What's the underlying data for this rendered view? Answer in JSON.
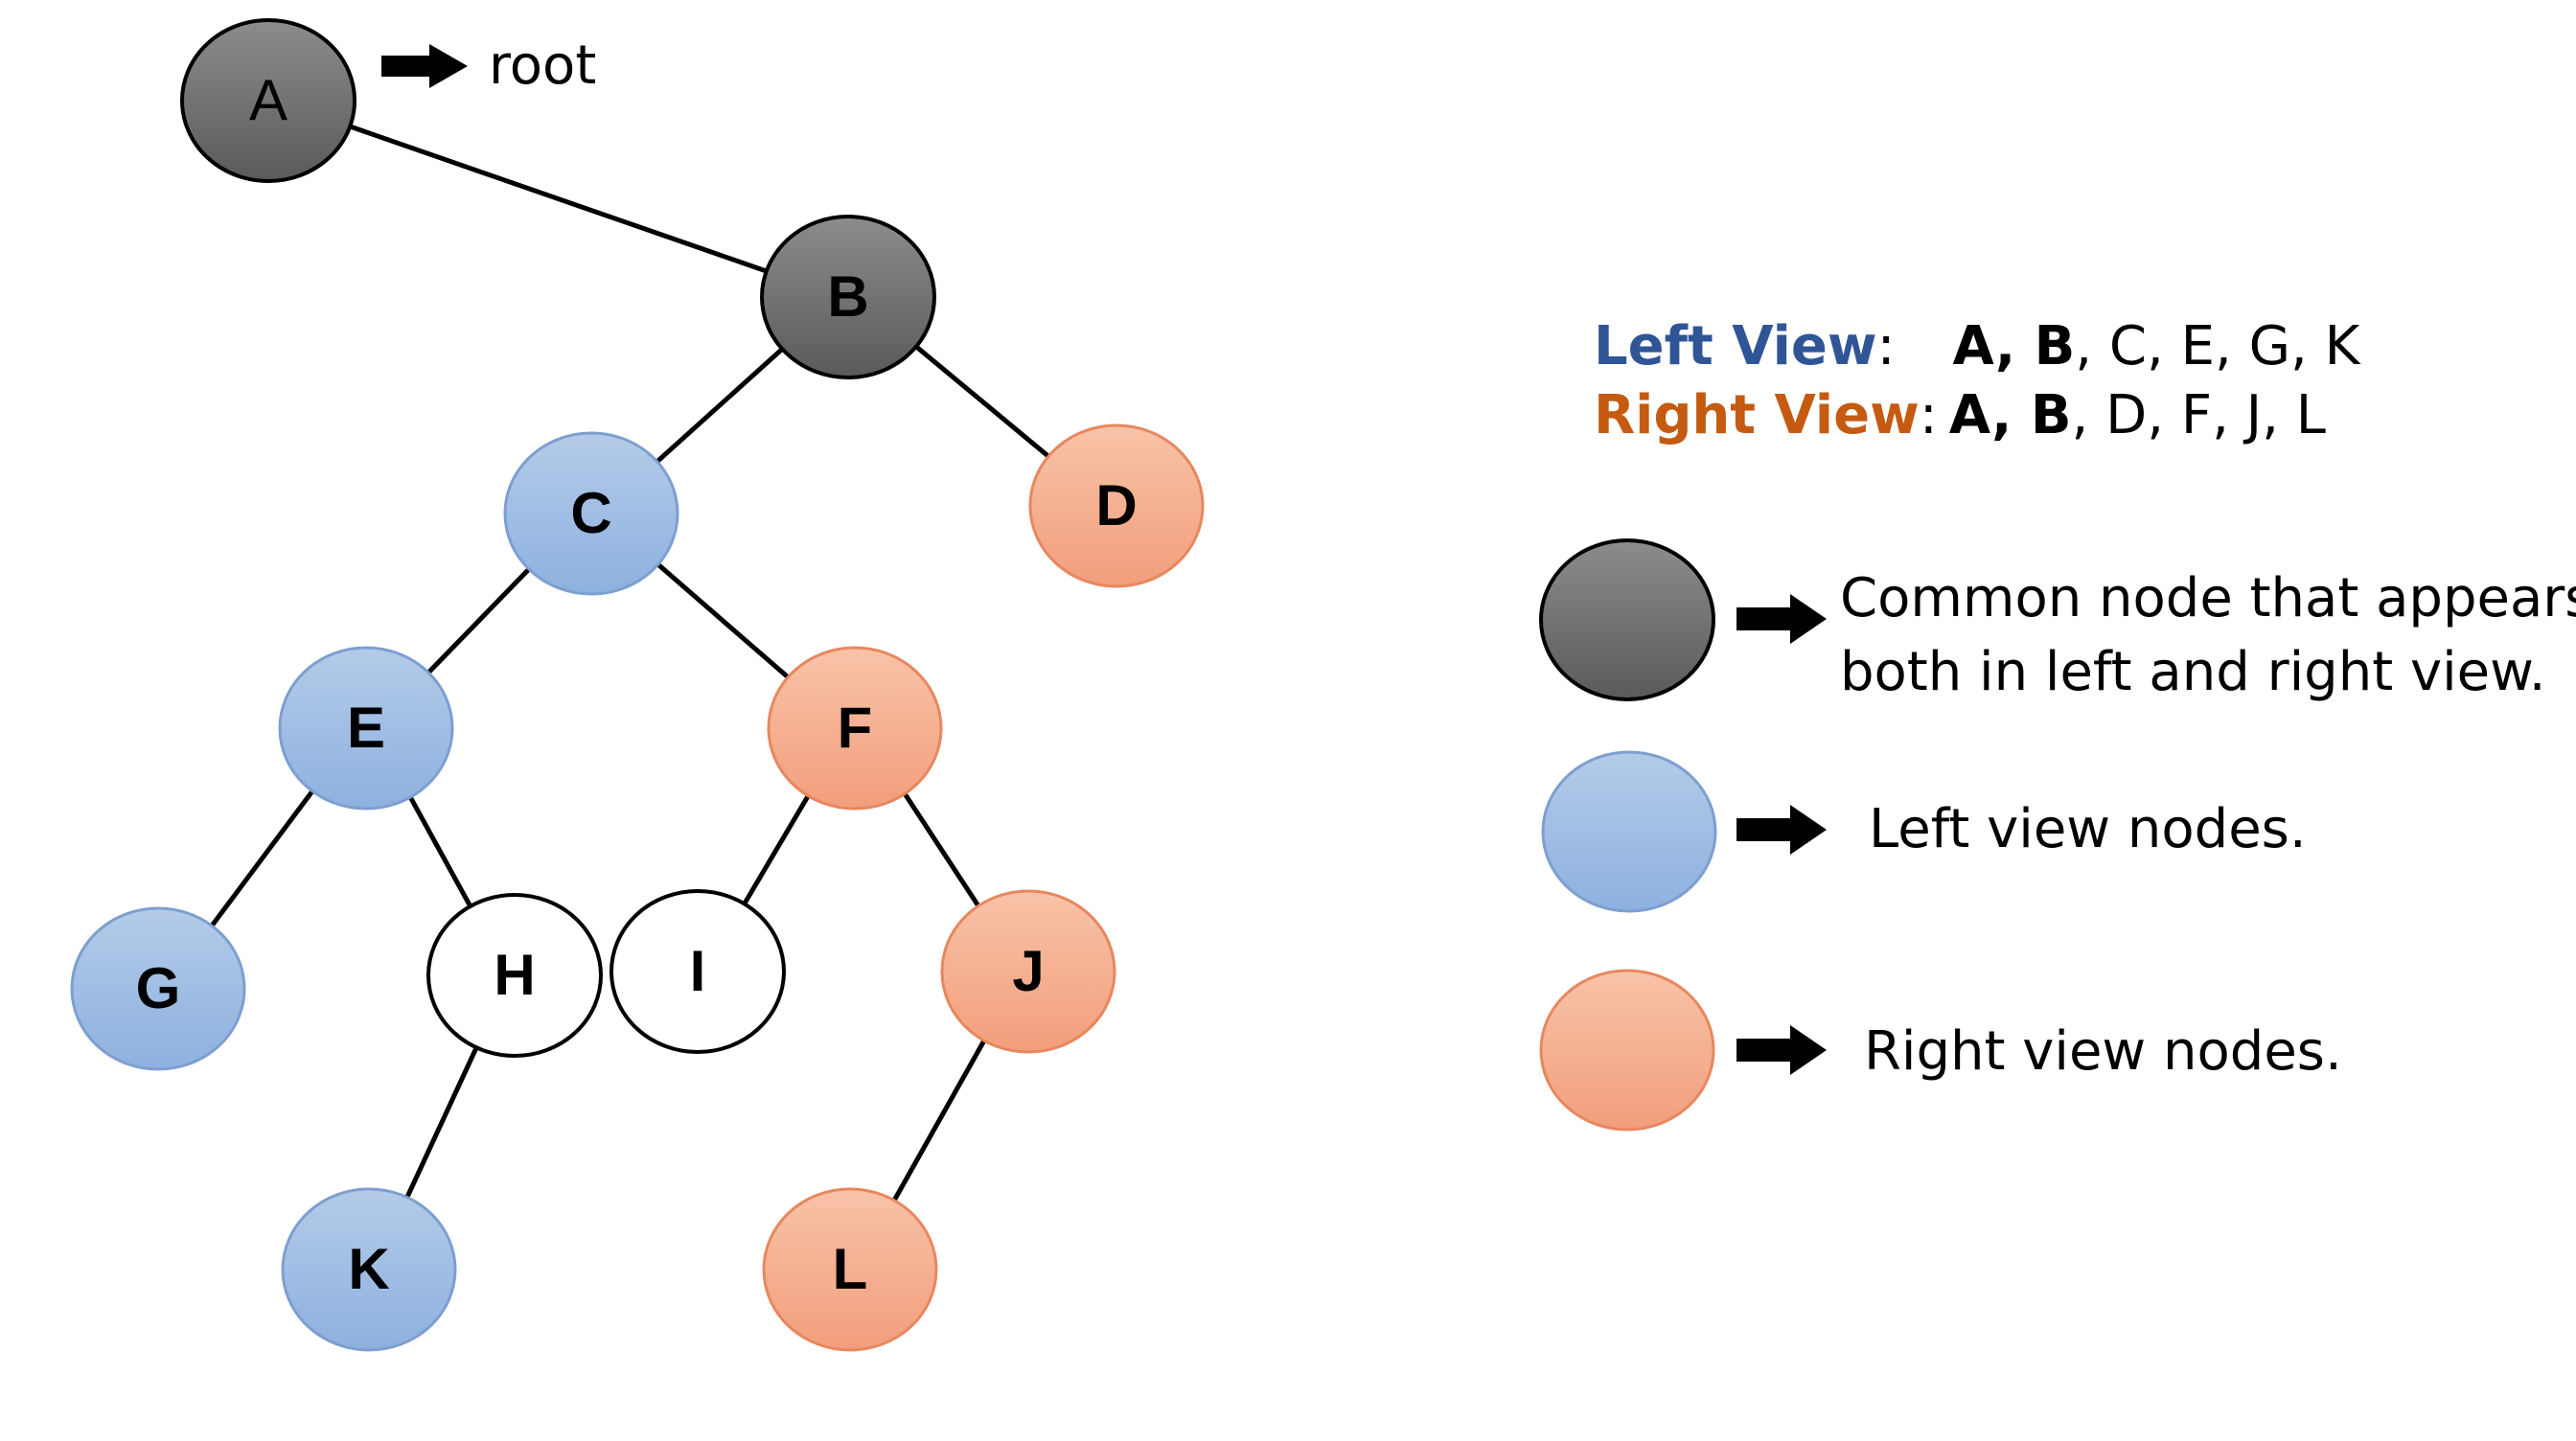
{
  "tree": {
    "nodes": [
      {
        "id": "A",
        "label": "A",
        "kind": "common"
      },
      {
        "id": "B",
        "label": "B",
        "kind": "common"
      },
      {
        "id": "C",
        "label": "C",
        "kind": "left"
      },
      {
        "id": "D",
        "label": "D",
        "kind": "right"
      },
      {
        "id": "E",
        "label": "E",
        "kind": "left"
      },
      {
        "id": "F",
        "label": "F",
        "kind": "right"
      },
      {
        "id": "G",
        "label": "G",
        "kind": "left"
      },
      {
        "id": "H",
        "label": "H",
        "kind": "plain"
      },
      {
        "id": "I",
        "label": "I",
        "kind": "plain"
      },
      {
        "id": "J",
        "label": "J",
        "kind": "right"
      },
      {
        "id": "K",
        "label": "K",
        "kind": "left"
      },
      {
        "id": "L",
        "label": "L",
        "kind": "right"
      }
    ],
    "edges": [
      [
        "A",
        "B"
      ],
      [
        "B",
        "C"
      ],
      [
        "B",
        "D"
      ],
      [
        "C",
        "E"
      ],
      [
        "C",
        "F"
      ],
      [
        "E",
        "G"
      ],
      [
        "E",
        "H"
      ],
      [
        "F",
        "I"
      ],
      [
        "F",
        "J"
      ],
      [
        "H",
        "K"
      ],
      [
        "J",
        "L"
      ]
    ],
    "root_label": "root"
  },
  "views": {
    "left_title": "Left View",
    "left_sep": ":",
    "left_bold": "A, B",
    "left_rest": ", C, E, G, K",
    "right_title": "Right View",
    "right_sep": ":",
    "right_bold": "A, B",
    "right_rest": ", D, F, J, L"
  },
  "legend": {
    "common_line1": "Common node that appears",
    "common_line2": "both in left and right view.",
    "left": "Left view nodes.",
    "right": "Right view nodes."
  },
  "colors": {
    "common_top": "#8c8c8c",
    "common_bottom": "#5a5a5a",
    "left_top": "#b4cbe8",
    "left_bottom": "#8db1e0",
    "right_top": "#f8c3a8",
    "right_bottom": "#f29e7c",
    "plain": "#ffffff",
    "left_title": "#2f5597",
    "right_title": "#c55a11"
  },
  "icons": {
    "arrow": "right-arrow-icon"
  }
}
